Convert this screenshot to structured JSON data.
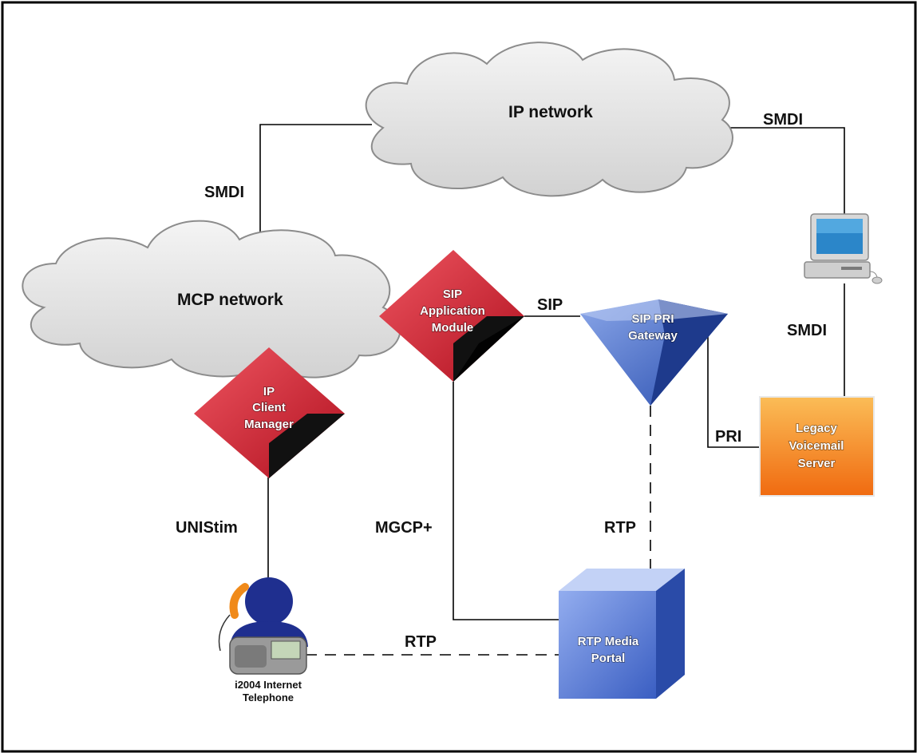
{
  "clouds": {
    "ip_network": "IP network",
    "mcp_network": "MCP network"
  },
  "nodes": {
    "sip_app_module": [
      "SIP",
      "Application",
      "Module"
    ],
    "ip_client_manager": [
      "IP",
      "Client",
      "Manager"
    ],
    "sip_pri_gateway": [
      "SIP PRI",
      "Gateway"
    ],
    "legacy_voicemail": [
      "Legacy",
      "Voicemail",
      "Server"
    ],
    "rtp_media_portal": [
      "RTP Media",
      "Portal"
    ],
    "phone_caption": [
      "i2004 Internet",
      "Telephone"
    ]
  },
  "links": {
    "smdi_ip_to_server": "SMDI",
    "smdi_mcp_to_ip": "SMDI",
    "smdi_server_to_voicemail": "SMDI",
    "sip": "SIP",
    "pri": "PRI",
    "unistim": "UNIStim",
    "mgcp": "MGCP+",
    "rtp_gateway": "RTP",
    "rtp_phone": "RTP"
  },
  "colors": {
    "cloud_fill": "#e6e6e6",
    "cloud_edge": "#8c8c8c",
    "red_diamond": "#c8102e",
    "blue_node": "#2f55b8",
    "orange_server": "#f58a1f"
  }
}
